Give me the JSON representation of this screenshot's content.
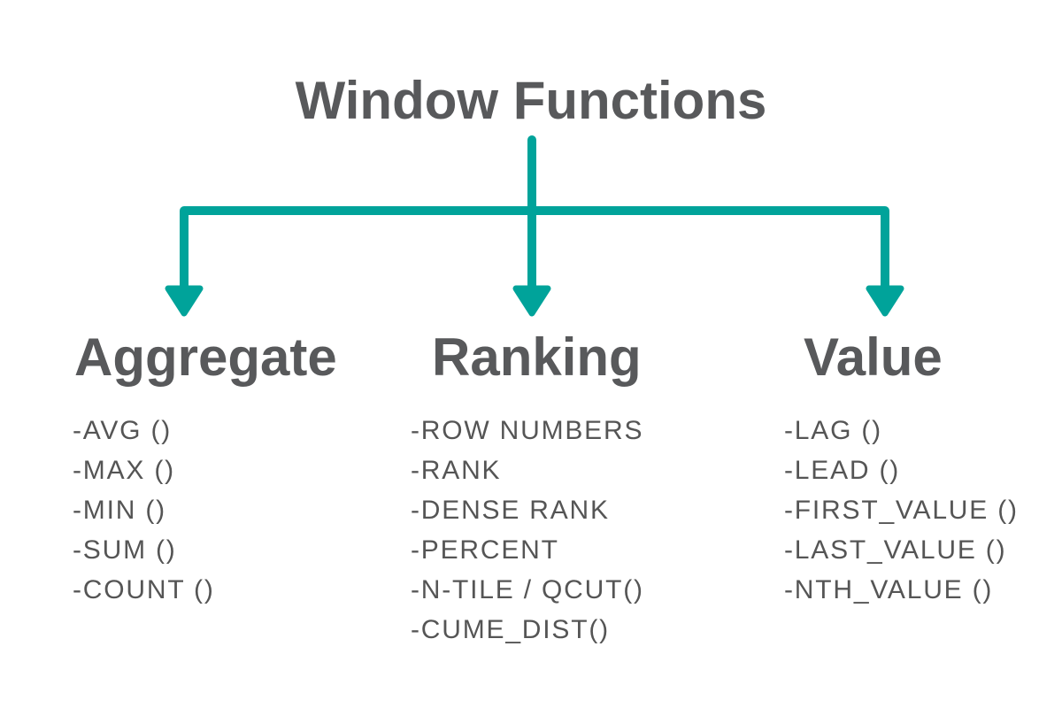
{
  "title": "Window Functions",
  "colors": {
    "accent": "#00A39A",
    "heading_text": "#58595B",
    "list_text": "#555555",
    "background": "#FFFFFF"
  },
  "categories": [
    {
      "name": "Aggregate",
      "items": [
        "-AVG ()",
        "-MAX ()",
        "-MIN ()",
        "-SUM ()",
        "-COUNT ()"
      ]
    },
    {
      "name": "Ranking",
      "items": [
        "-ROW NUMBERS",
        "-RANK",
        "-DENSE RANK",
        "-PERCENT",
        "-N-TILE / QCUT()",
        "-CUME_DIST()"
      ]
    },
    {
      "name": "Value",
      "items": [
        "-LAG ()",
        "-LEAD ()",
        "-FIRST_VALUE ()",
        "-LAST_VALUE ()",
        "-NTH_VALUE ()"
      ]
    }
  ]
}
